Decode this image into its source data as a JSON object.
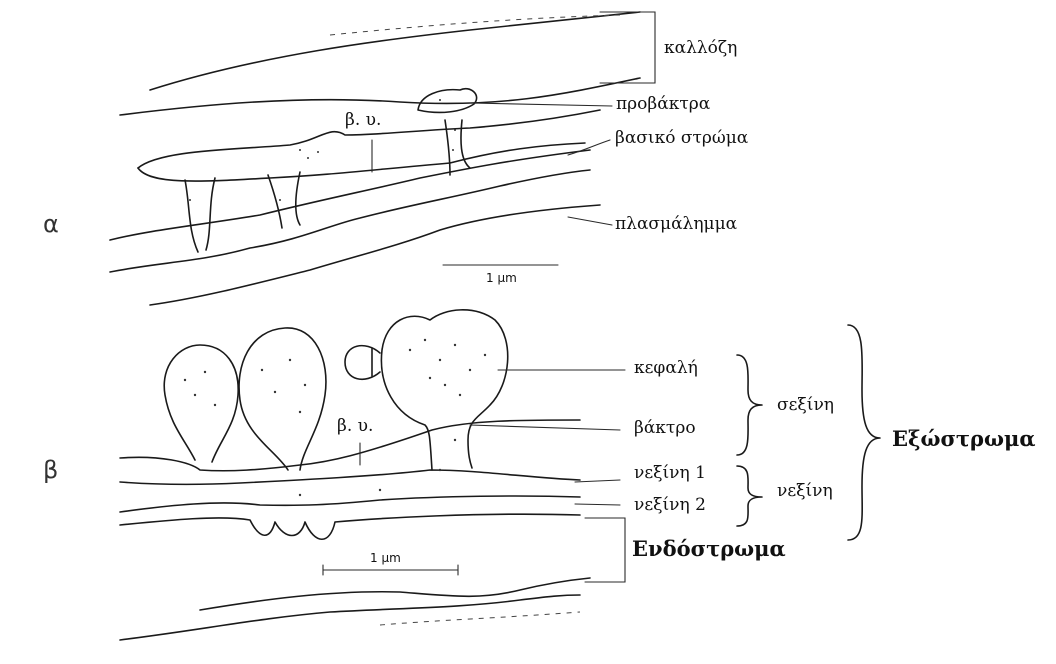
{
  "panels": {
    "a": {
      "letter": "α",
      "scale": "1 μm",
      "bv": "β. υ."
    },
    "b": {
      "letter": "β",
      "scale": "1 μm",
      "bv": "β. υ."
    }
  },
  "labels_a": {
    "callose": "καλλόζη",
    "probacula": "προβάκτρα",
    "foot_layer": "βασικό στρώμα",
    "plasmalemma": "πλασμάλημμα"
  },
  "labels_b": {
    "head": "κεφαλή",
    "baculum": "βάκτρο",
    "nexine1": "νεξίνη 1",
    "nexine2": "νεξίνη 2",
    "sexine": "σεξίνη",
    "nexine": "νεξίνη",
    "exine": "Εξώστρωμα",
    "intine": "Ενδόστρωμα"
  },
  "colors": {
    "ink": "#1a1a1a",
    "paper": "#ffffff"
  }
}
